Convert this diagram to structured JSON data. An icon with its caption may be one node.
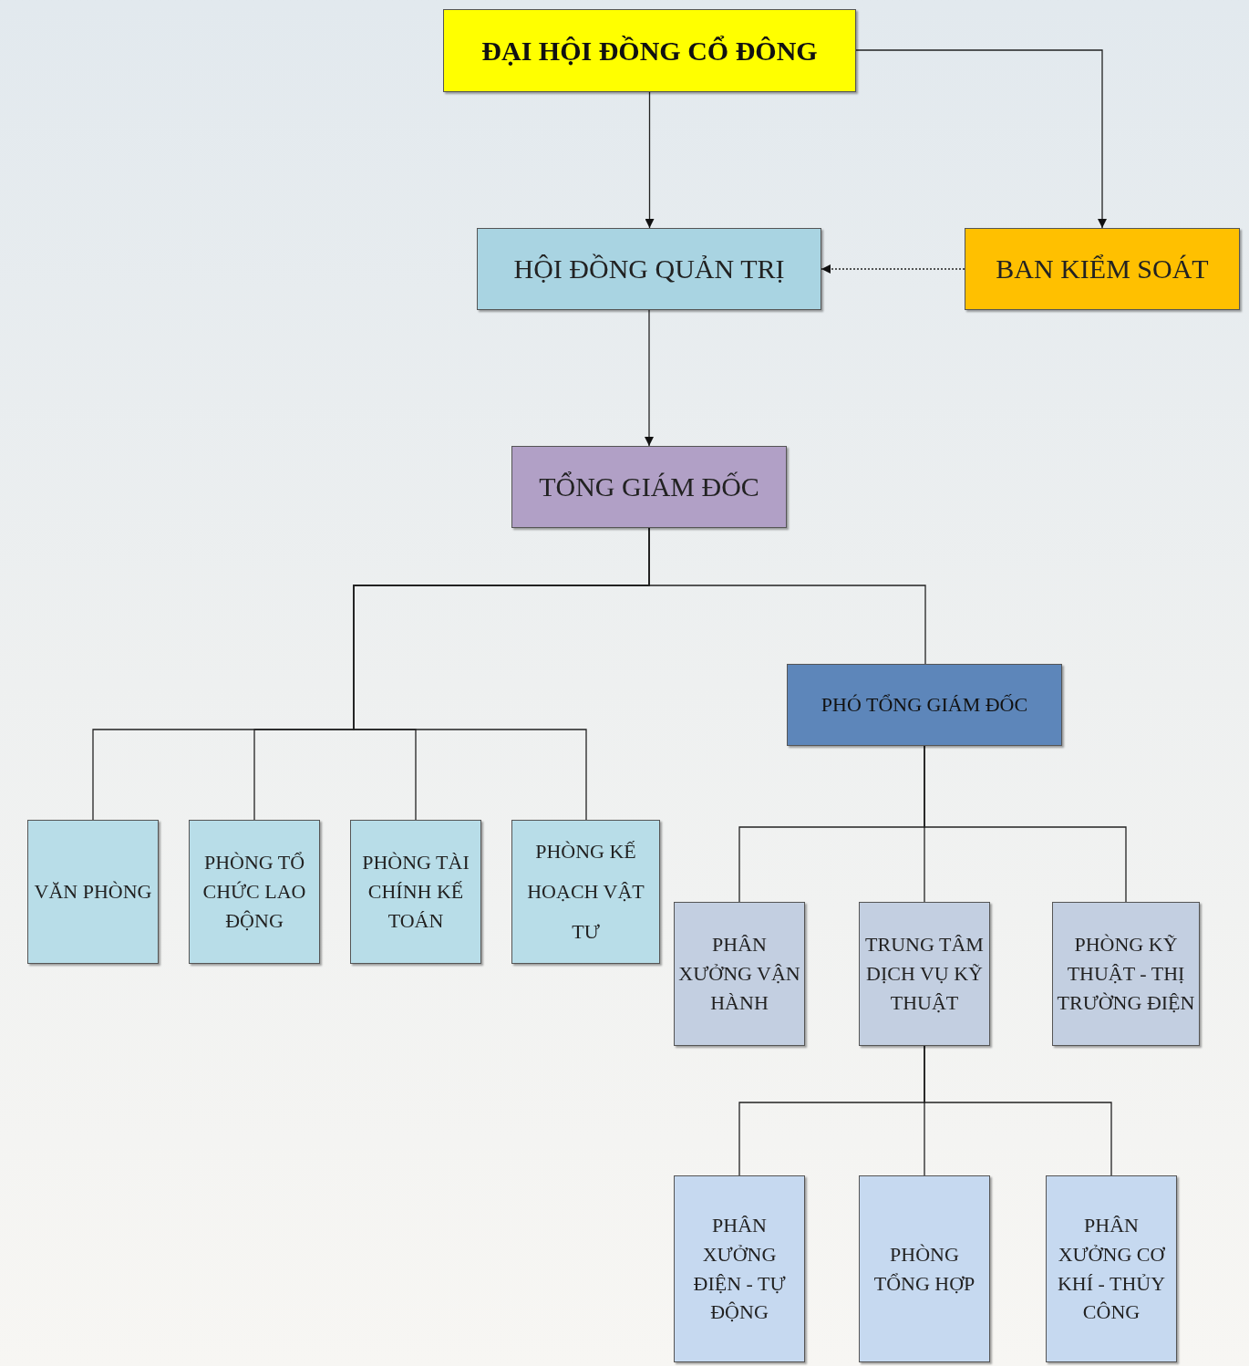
{
  "diagram": {
    "nodes": [
      {
        "text": [
          "ĐẠI HỘI ĐỒNG CỔ ĐÔNG"
        ]
      },
      {
        "text": [
          "HỘI ĐỒNG QUẢN TRỊ"
        ]
      },
      {
        "text": [
          "BAN KIỂM SOÁT"
        ]
      },
      {
        "text": [
          "TỔNG GIÁM ĐỐC"
        ]
      },
      {
        "text": [
          "PHÓ TỔNG GIÁM ĐỐC"
        ]
      },
      {
        "text": [
          "VĂN PHÒNG"
        ]
      },
      {
        "text": [
          "PHÒNG TỔ CHỨC LAO ĐỘNG"
        ]
      },
      {
        "text": [
          "PHÒNG TÀI CHÍNH KẾ TOÁN"
        ]
      },
      {
        "text": [
          "PHÒNG KẾ HOẠCH VẬT TƯ"
        ]
      },
      {
        "text": [
          "PHÂN XƯỞNG VẬN HÀNH"
        ]
      },
      {
        "text": [
          "TRUNG TÂM DỊCH VỤ KỸ THUẬT"
        ]
      },
      {
        "text": [
          "PHÒNG KỸ THUẬT - THỊ TRƯỜNG ĐIỆN"
        ]
      },
      {
        "text": [
          "PHÂN XƯỞNG ĐIỆN - TỰ ĐỘNG"
        ]
      },
      {
        "text": [
          "PHÒNG TỔNG HỢP"
        ]
      },
      {
        "text": [
          "PHÂN XƯỞNG CƠ KHÍ - THỦY CÔNG"
        ]
      }
    ],
    "edges": [
      {
        "from": 0,
        "to": 1,
        "arrow": "to"
      },
      {
        "from": 0,
        "to": 2,
        "arrow": "to"
      },
      {
        "from": 2,
        "to": 1,
        "arrow": "to",
        "style": "dashed"
      },
      {
        "from": 1,
        "to": 3,
        "arrow": "to"
      },
      {
        "from": 3,
        "to": 4,
        "arrow": "none"
      },
      {
        "from": 3,
        "to": 5,
        "arrow": "none"
      },
      {
        "from": 3,
        "to": 6,
        "arrow": "none"
      },
      {
        "from": 3,
        "to": 7,
        "arrow": "none"
      },
      {
        "from": 3,
        "to": 8,
        "arrow": "none"
      },
      {
        "from": 4,
        "to": 9,
        "arrow": "none"
      },
      {
        "from": 4,
        "to": 10,
        "arrow": "none"
      },
      {
        "from": 4,
        "to": 11,
        "arrow": "none"
      },
      {
        "from": 10,
        "to": 12,
        "arrow": "none"
      },
      {
        "from": 10,
        "to": 13,
        "arrow": "none"
      },
      {
        "from": 10,
        "to": 14,
        "arrow": "none"
      }
    ]
  }
}
